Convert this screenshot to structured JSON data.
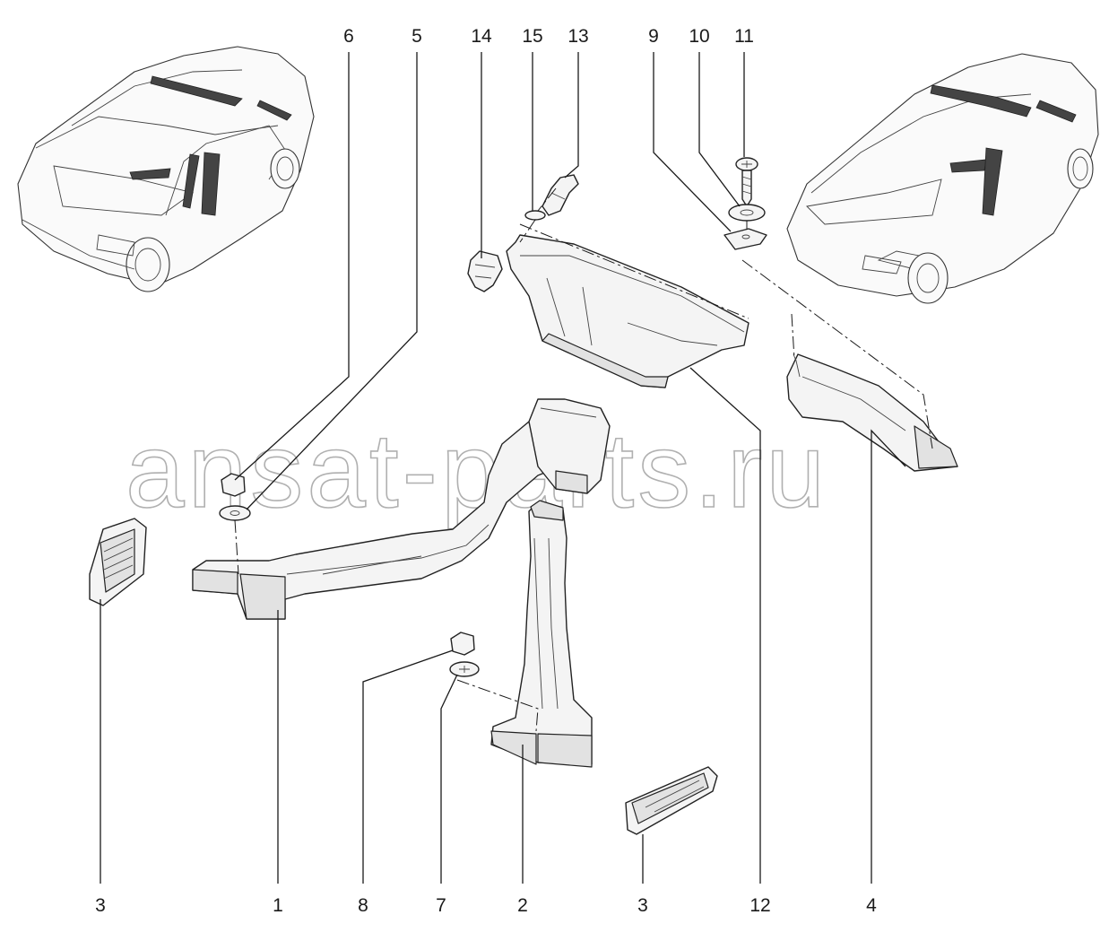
{
  "watermark": "ansat-parts.ru",
  "callouts": {
    "c1": "1",
    "c2": "2",
    "c3a": "3",
    "c3b": "3",
    "c4": "4",
    "c5": "5",
    "c6": "6",
    "c7": "7",
    "c8": "8",
    "c9": "9",
    "c10": "10",
    "c11": "11",
    "c12": "12",
    "c13": "13",
    "c14": "14",
    "c15": "15"
  }
}
